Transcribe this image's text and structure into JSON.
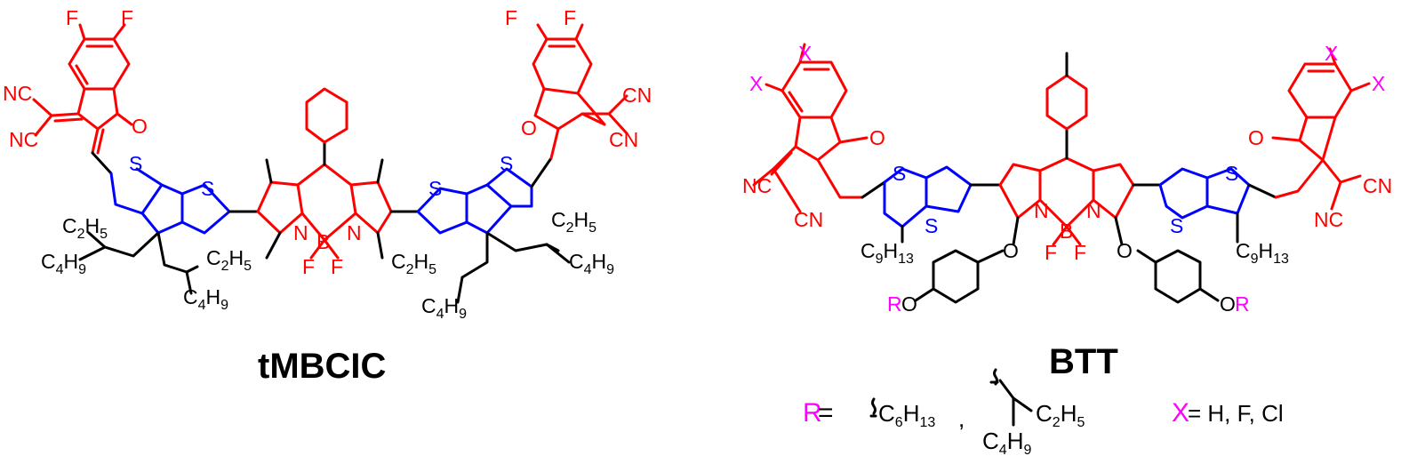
{
  "colors": {
    "black": "#000000",
    "red": "#ff0000",
    "blue": "#0000ff",
    "magenta": "#ff00ff"
  },
  "molecules": {
    "left": {
      "name": "tMBCIC",
      "atoms": {
        "F": "F",
        "N": "N",
        "B": "B",
        "S": "S",
        "O": "O",
        "NC": "NC",
        "CN": "CN"
      },
      "groups": {
        "c2h5": {
          "main": "C",
          "sub": "2",
          "tail": "H",
          "sub2": "5"
        },
        "c4h9": {
          "main": "C",
          "sub": "4",
          "tail": "H",
          "sub2": "9"
        }
      }
    },
    "right": {
      "name": "BTT",
      "atoms": {
        "X": "X",
        "R": "R",
        "O": "O",
        "N": "N",
        "B": "B",
        "F": "F",
        "S": "S",
        "NC": "NC",
        "CN": "CN"
      },
      "groups": {
        "c9h13": {
          "main": "C",
          "sub": "9",
          "tail": "H",
          "sub2": "13"
        }
      }
    }
  },
  "definitions": {
    "r_symbol": "R",
    "r_equals": " =",
    "r_option1_main": "C",
    "r_option1_sub": "6",
    "r_option1_tail": "H",
    "r_option1_sub2": "13",
    "comma": ",",
    "r_option2_c2h5_main": "C",
    "r_option2_c2h5_sub": "2",
    "r_option2_c2h5_tail": "H",
    "r_option2_c2h5_sub2": "5",
    "r_option2_c4h9_main": "C",
    "r_option2_c4h9_sub": "4",
    "r_option2_c4h9_tail": "H",
    "r_option2_c4h9_sub2": "9",
    "x_symbol": "X",
    "x_values": " = H, F, Cl"
  }
}
